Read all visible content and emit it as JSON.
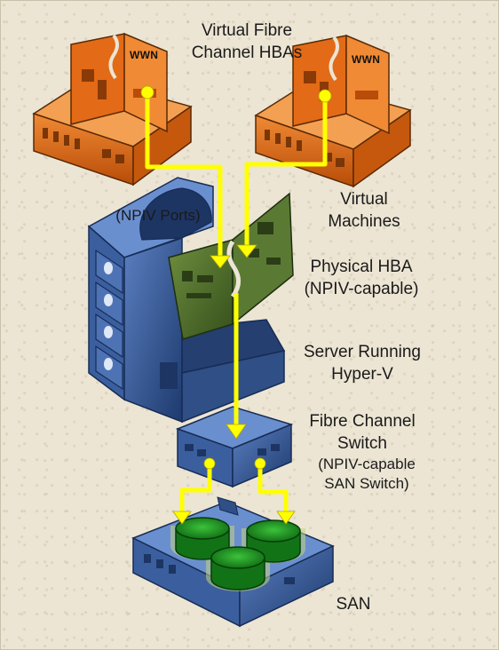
{
  "labels": {
    "virtual_hbas": [
      "Virtual Fibre",
      "Channel HBAs"
    ],
    "wwn_left": "WWN",
    "wwn_right": "WWN",
    "virtual_machines": [
      "Virtual",
      "Machines"
    ],
    "npiv_ports": "(NPIV Ports)",
    "physical_hba": [
      "Physical HBA",
      "(NPIV-capable)"
    ],
    "server": [
      "Server Running",
      "Hyper-V"
    ],
    "switch": [
      "Fibre Channel",
      "Switch"
    ],
    "switch_note": [
      "(NPIV-capable",
      "SAN Switch)"
    ],
    "san": "SAN"
  },
  "colors": {
    "background": "#ece5d4",
    "vm_orange": "#e36a16",
    "server_blue": "#2f4f86",
    "hba_green": "#4b6b2a",
    "fibre_yellow": "#ffff00",
    "disk_green": "#1f8a1f"
  }
}
